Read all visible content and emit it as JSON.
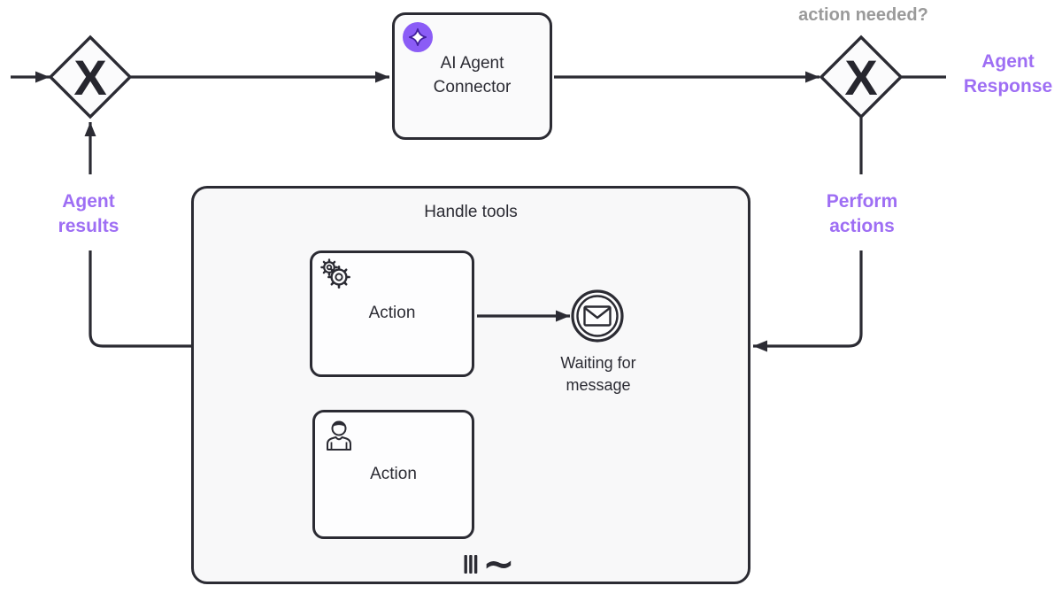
{
  "labels": {
    "action_needed": "action needed?",
    "agent_response": "Agent\nResponse",
    "agent_results": "Agent\nresults",
    "perform_actions": "Perform\nactions"
  },
  "nodes": {
    "ai_connector": {
      "label": "AI Agent\nConnector"
    },
    "subprocess": {
      "label": "Handle tools"
    },
    "service_action": {
      "label": "Action"
    },
    "user_action": {
      "label": "Action"
    },
    "message_event": {
      "label": "Waiting for\nmessage"
    }
  },
  "gateways": {
    "symbol": "X"
  },
  "subprocess_markers": {
    "ad_hoc": "~",
    "multi_instance": "parallel-bars"
  },
  "icons": {
    "ai_badge": "sparkle-icon",
    "service_task": "gears-icon",
    "user_task": "person-icon",
    "message_event": "envelope-icon"
  },
  "colors": {
    "line": "#2b2b33",
    "annotation_purple": "#9e6ef4",
    "annotation_gray": "#9a9a9a",
    "ai_badge_bg": "#8b5cf6",
    "node_fill": "#fdfdfe",
    "subprocess_fill": "#f8f8f9"
  }
}
